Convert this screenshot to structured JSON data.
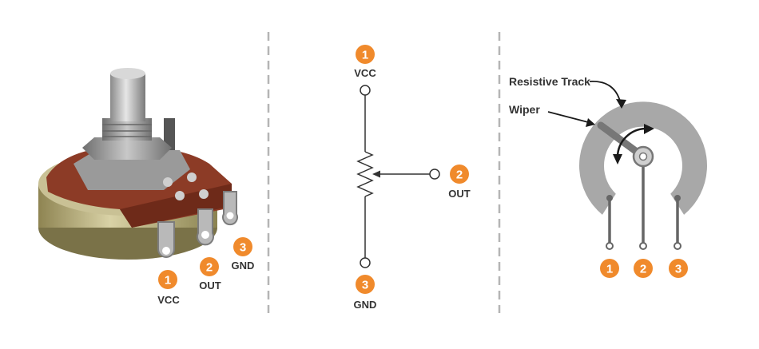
{
  "colors": {
    "badge": "#f08a2c",
    "divider": "#b5b5b5",
    "wire": "#333333",
    "track": "#a8a8a8",
    "pin": "#666666"
  },
  "photo": {
    "pins": [
      {
        "number": "1",
        "label": "VCC"
      },
      {
        "number": "2",
        "label": "OUT"
      },
      {
        "number": "3",
        "label": "GND"
      }
    ]
  },
  "schematic": {
    "pins": [
      {
        "number": "1",
        "label": "VCC"
      },
      {
        "number": "2",
        "label": "OUT"
      },
      {
        "number": "3",
        "label": "GND"
      }
    ]
  },
  "internal": {
    "track_label": "Resistive Track",
    "wiper_label": "Wiper",
    "pins": [
      "1",
      "2",
      "3"
    ]
  }
}
